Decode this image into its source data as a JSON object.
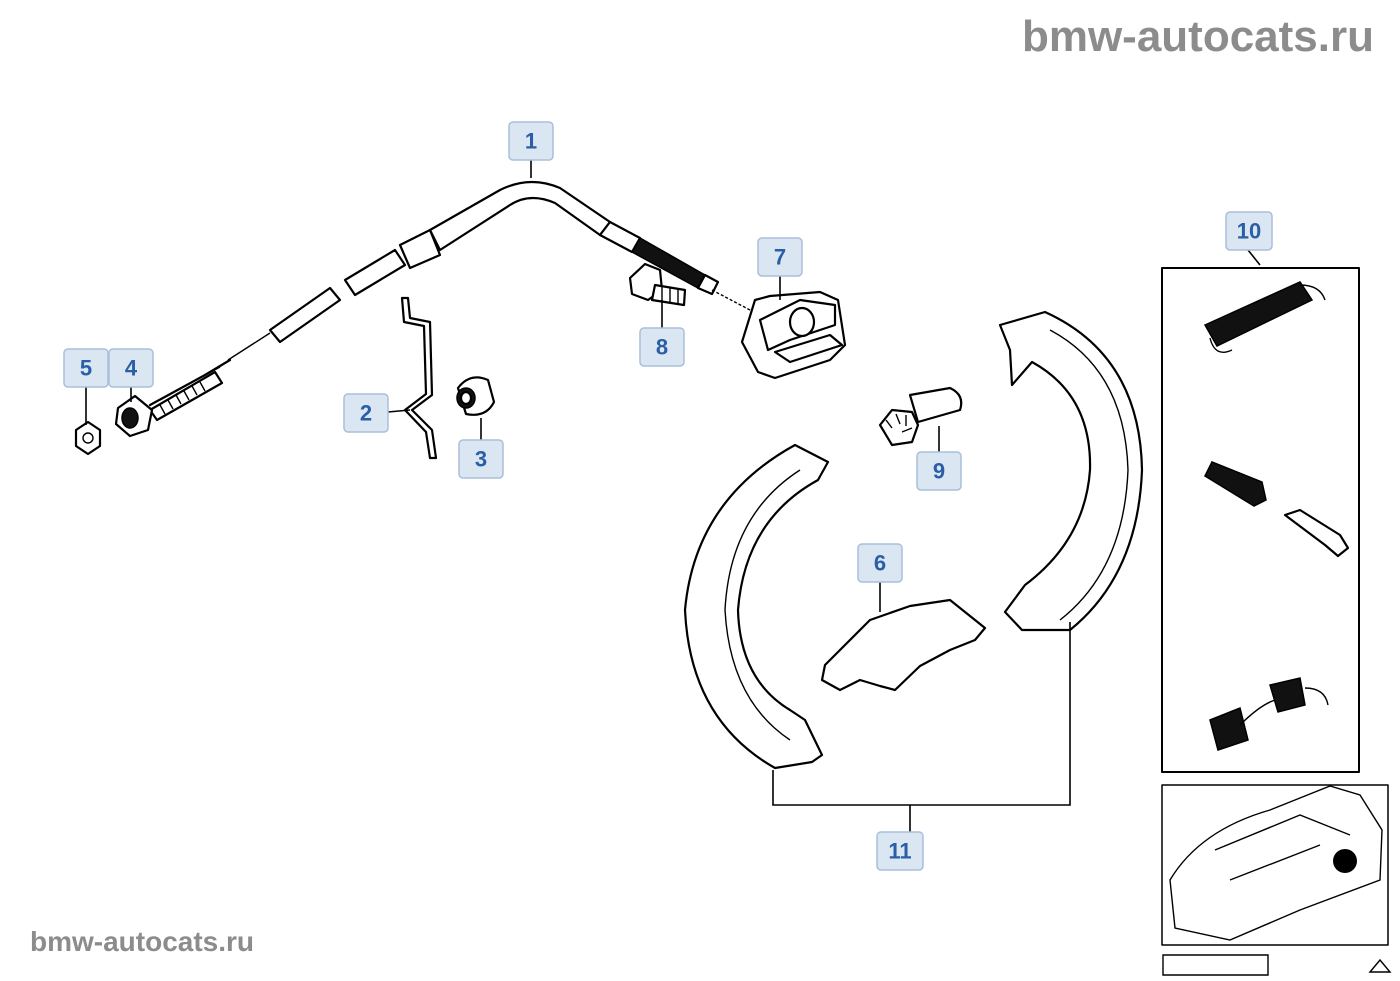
{
  "watermark": {
    "top": "bmw-autocats.ru",
    "bottom": "bmw-autocats.ru"
  },
  "callouts": {
    "c1": "1",
    "c2": "2",
    "c3": "3",
    "c4": "4",
    "c5": "5",
    "c6": "6",
    "c7": "7",
    "c8": "8",
    "c9": "9",
    "c10": "10",
    "c11": "11"
  },
  "colors": {
    "callout_fill": "#dbe6f3",
    "callout_text": "#2a5ea6",
    "watermark": "#8c8c8c"
  }
}
